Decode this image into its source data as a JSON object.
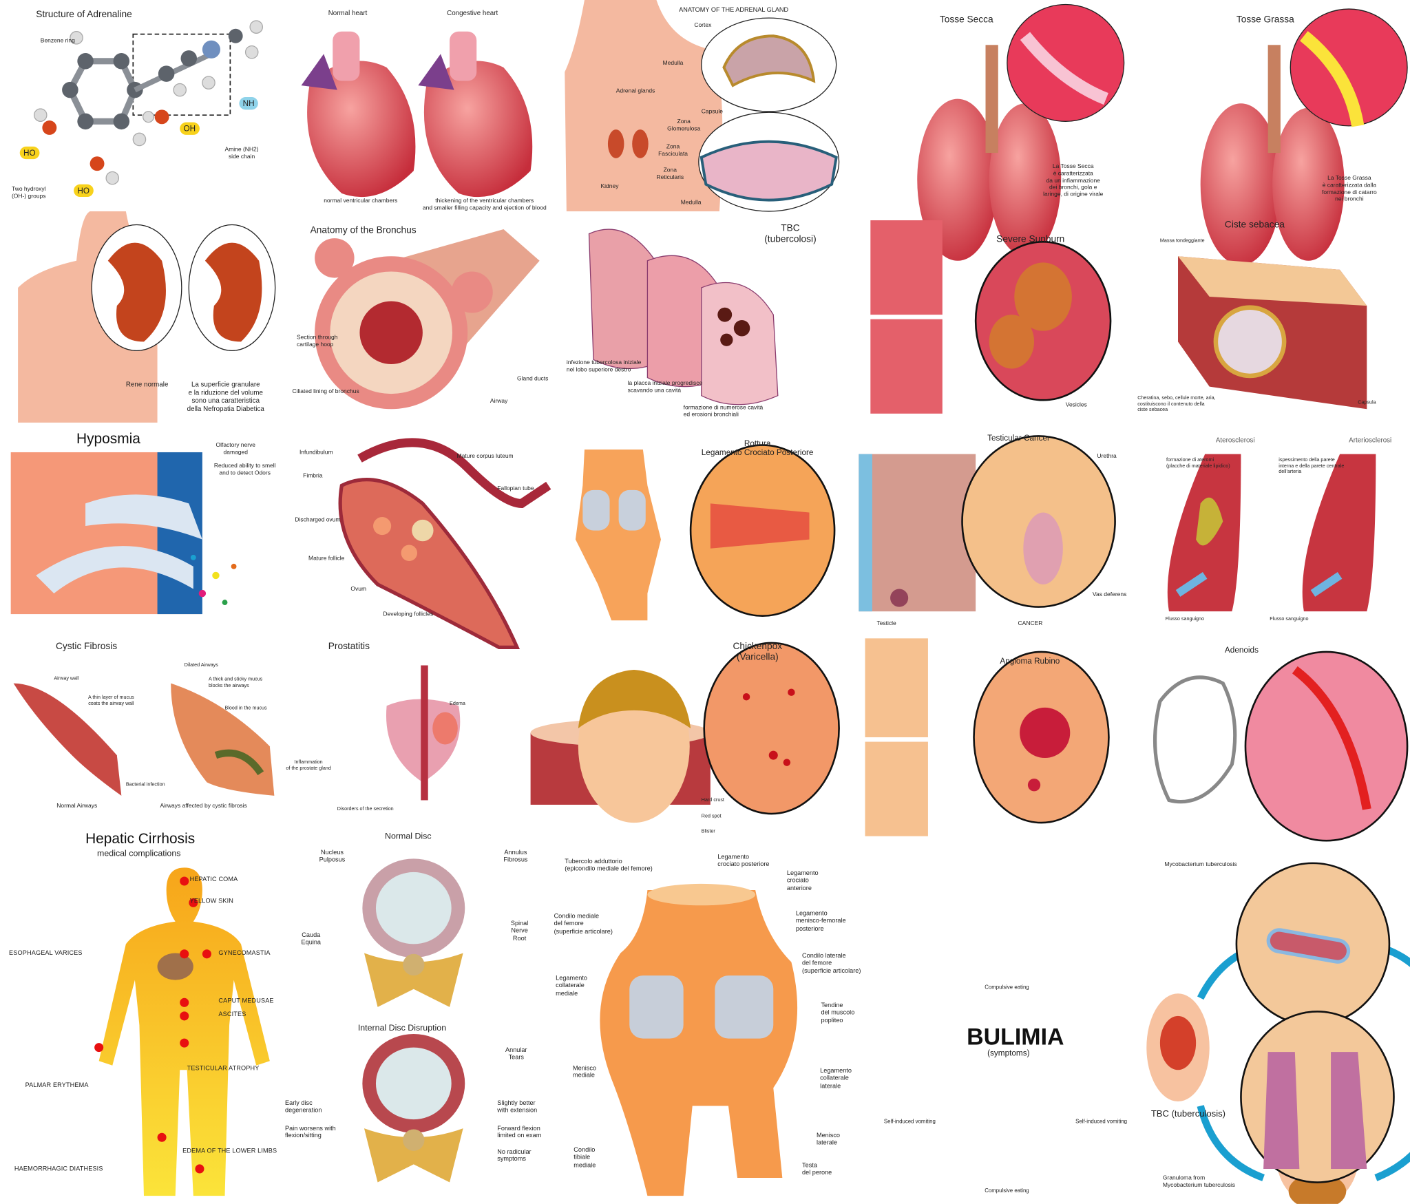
{
  "adrenaline": {
    "title": "Structure of Adrenaline",
    "labels": [
      "Benzene ring",
      "Amine (NH2)\nside chain",
      "Two hydroxyl\n(OH-) groups"
    ],
    "badges": [
      "NH",
      "OH",
      "HO",
      "HO"
    ]
  },
  "heart": {
    "titles": [
      "Normal heart",
      "Congestive heart"
    ],
    "labels": [
      "normal ventricular chambers",
      "thickening of the ventricular chambers\nand smaller filling capacity and ejection of blood"
    ]
  },
  "adrenal": {
    "title": "ANATOMY OF THE ADRENAL GLAND",
    "labels": [
      "Cortex",
      "Medulla",
      "Adrenal glands",
      "Capsule",
      "Zona\nGlomerulosa",
      "Zona\nFasciculata",
      "Zona\nReticularis",
      "Kidney",
      "Medulla"
    ]
  },
  "tosse_secca": {
    "title": "Tosse Secca",
    "label": "La Tosse Secca\nè caratterizzata\nda un infiammazione\ndei bronchi, gola e\nlaringe, di origine virale"
  },
  "tosse_grassa": {
    "title": "Tosse Grassa",
    "label": "La Tosse Grassa\nè caratterizzata dalla\nformazione di catarro\nnei bronchi"
  },
  "kidney": {
    "labels": [
      "Rene normale",
      "La superficie granulare\ne la riduzione del volume\nsono una caratteristica\ndella Nefropatia Diabetica"
    ]
  },
  "bronchus": {
    "title": "Anatomy of the Bronchus",
    "labels": [
      "Section through\ncartilage hoop",
      "Ciliated lining of bronchus",
      "Gland ducts",
      "Airway"
    ]
  },
  "tbc_it": {
    "title": "TBC\n(tubercolosi)",
    "labels": [
      "infezione tubercolosa iniziale\nnel lobo superiore destro",
      "la placca iniziale progredisce\nscavando una cavità",
      "formazione di numerose cavità\ned erosioni bronchiali"
    ]
  },
  "sunburn": {
    "title": "Severe Sunburn",
    "labels": [
      "Vesicles"
    ]
  },
  "ciste": {
    "title": "Ciste sebacea",
    "labels": [
      "Massa tondeggiante",
      "Cheratina, sebo, cellule morte, aria,\ncostituiscono il contenuto della\nciste sebacea",
      "Capsula"
    ]
  },
  "hyposmia": {
    "title": "Hyposmia",
    "labels": [
      "Olfactory nerve\ndamaged",
      "Reduced ability to smell\nand to detect Odors"
    ]
  },
  "ovary": {
    "labels": [
      "Infundibulum",
      "Fimbria",
      "Discharged ovum",
      "Mature follicle",
      "Ovum",
      "Developing follicles",
      "Mature corpus luteum",
      "Fallopian tube"
    ]
  },
  "knee_rupture": {
    "title": "Rottura\nLegamento Crociato Posteriore"
  },
  "testicular": {
    "title": "Testicular Cancer",
    "labels": [
      "Urethra",
      "Vas deferens",
      "Testicle",
      "CANCER"
    ]
  },
  "arteries": {
    "titles": [
      "Aterosclerosi",
      "Arteriosclerosi"
    ],
    "labels": [
      "formazione di ateromi\n(placche di materiale lipidico)",
      "ispessimento della parete\ninterna e della parete centrale\ndell'arteria",
      "Flusso sanguigno",
      "Flusso sanguigno"
    ]
  },
  "cystic": {
    "title": "Cystic Fibrosis",
    "labels": [
      "Airway wall",
      "A thin layer of mucus\ncoats the airway wall",
      "Dilated Airways",
      "A thick and sticky mucus\nblocks the airways",
      "Blood in the mucus",
      "Bacterial infection",
      "Normal Airways",
      "Airways affected by cystic fibrosis"
    ]
  },
  "prostatitis": {
    "title": "Prostatitis",
    "labels": [
      "Edema",
      "Inflammation\nof the prostate gland",
      "Disorders of the secretion"
    ]
  },
  "chickenpox": {
    "title": "Chickenpox\n(Varicella)",
    "labels": [
      "Hard crust",
      "Red spot",
      "Blister"
    ]
  },
  "angioma": {
    "title": "Angioma Rubino"
  },
  "adenoids": {
    "title": "Adenoids"
  },
  "hepatic": {
    "title": "Hepatic Cirrhosis",
    "subtitle": "medical complications",
    "labels": [
      "HEPATIC COMA",
      "YELLOW SKIN",
      "ESOPHAGEAL VARICES",
      "GYNECOMASTIA",
      "CAPUT MEDUSAE",
      "ASCITES",
      "TESTICULAR ATROPHY",
      "PALMAR ERYTHEMA",
      "EDEMA OF THE LOWER LIMBS",
      "HAEMORRHAGIC DIATHESIS"
    ]
  },
  "disc": {
    "titles": [
      "Normal Disc",
      "Internal Disc Disruption"
    ],
    "labels": [
      "Nucleus\nPulposus",
      "Annulus\nFibrosus",
      "Cauda\nEquina",
      "Spinal\nNerve\nRoot",
      "Annular\nTears",
      "Early disc\ndegeneration",
      "Pain worsens with\nflexion/sitting",
      "Slightly better\nwith extension",
      "Forward flexion\nlimited on exam",
      "No radicular\nsymptoms"
    ]
  },
  "knee": {
    "labels": [
      "Tubercolo adduttorio\n(epicondilo mediale del femore)",
      "Legamento\ncrociato posteriore",
      "Legamento\ncrociato\nanteriore",
      "Condilo mediale\ndel femore\n(superficie articolare)",
      "Legamento\nmenisco-femorale\nposteriore",
      "Condilo laterale\ndel femore\n(superficie articolare)",
      "Legamento\ncollaterale\nmediale",
      "Tendine\ndel muscolo\npopliteo",
      "Menisco\nmediale",
      "Legamento\ncollaterale\nlaterale",
      "Menisco\nlaterale",
      "Condilo\ntibiale\nmediale",
      "Testa\ndel perone"
    ]
  },
  "bulimia": {
    "title": "BULIMIA",
    "subtitle": "(symptoms)",
    "labels": [
      "Compulsive eating",
      "Self-induced vomiting",
      "Self-induced vomiting",
      "Compulsive eating"
    ]
  },
  "tbc_en": {
    "title": "TBC (tuberculosis)",
    "labels": [
      "Mycobacterium tuberculosis",
      "Granuloma from\nMycobacterium tuberculosis"
    ]
  },
  "colors": {
    "tissue": "#e8706a",
    "skin": "#f4b9a0",
    "arrow_blue": "#1a9fd0",
    "liver_yellow": "#f9b417",
    "dot_red": "#e81010"
  }
}
